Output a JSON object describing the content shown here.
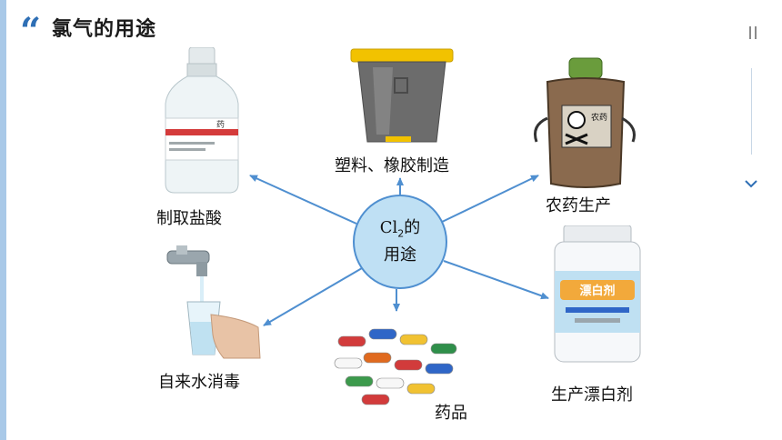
{
  "header": {
    "quote_glyph": "“",
    "title": "氯气的用途"
  },
  "center": {
    "element": "Cl",
    "subscript": "2",
    "suffix": "的",
    "line2": "用途"
  },
  "uses": {
    "hydrochloric_acid": "制取盐酸",
    "plastics_rubber": "塑料、橡胶制造",
    "pesticide": "农药生产",
    "water_disinfection": "自来水消毒",
    "medicine": "药品",
    "bleach": "生产漂白剂"
  },
  "images": {
    "bottle_cap_label": "药",
    "pesticide_bottle_label": "农药",
    "bleach_product_label": "漂白剂"
  },
  "colors": {
    "accent": "#2e6fb5",
    "arrow": "#4f8fd0",
    "circle_fill": "#bfe0f4",
    "left_bar": "#a9c9e8"
  },
  "icons": {
    "pause": "pause-icon",
    "chevron": "chevron-down-icon"
  }
}
